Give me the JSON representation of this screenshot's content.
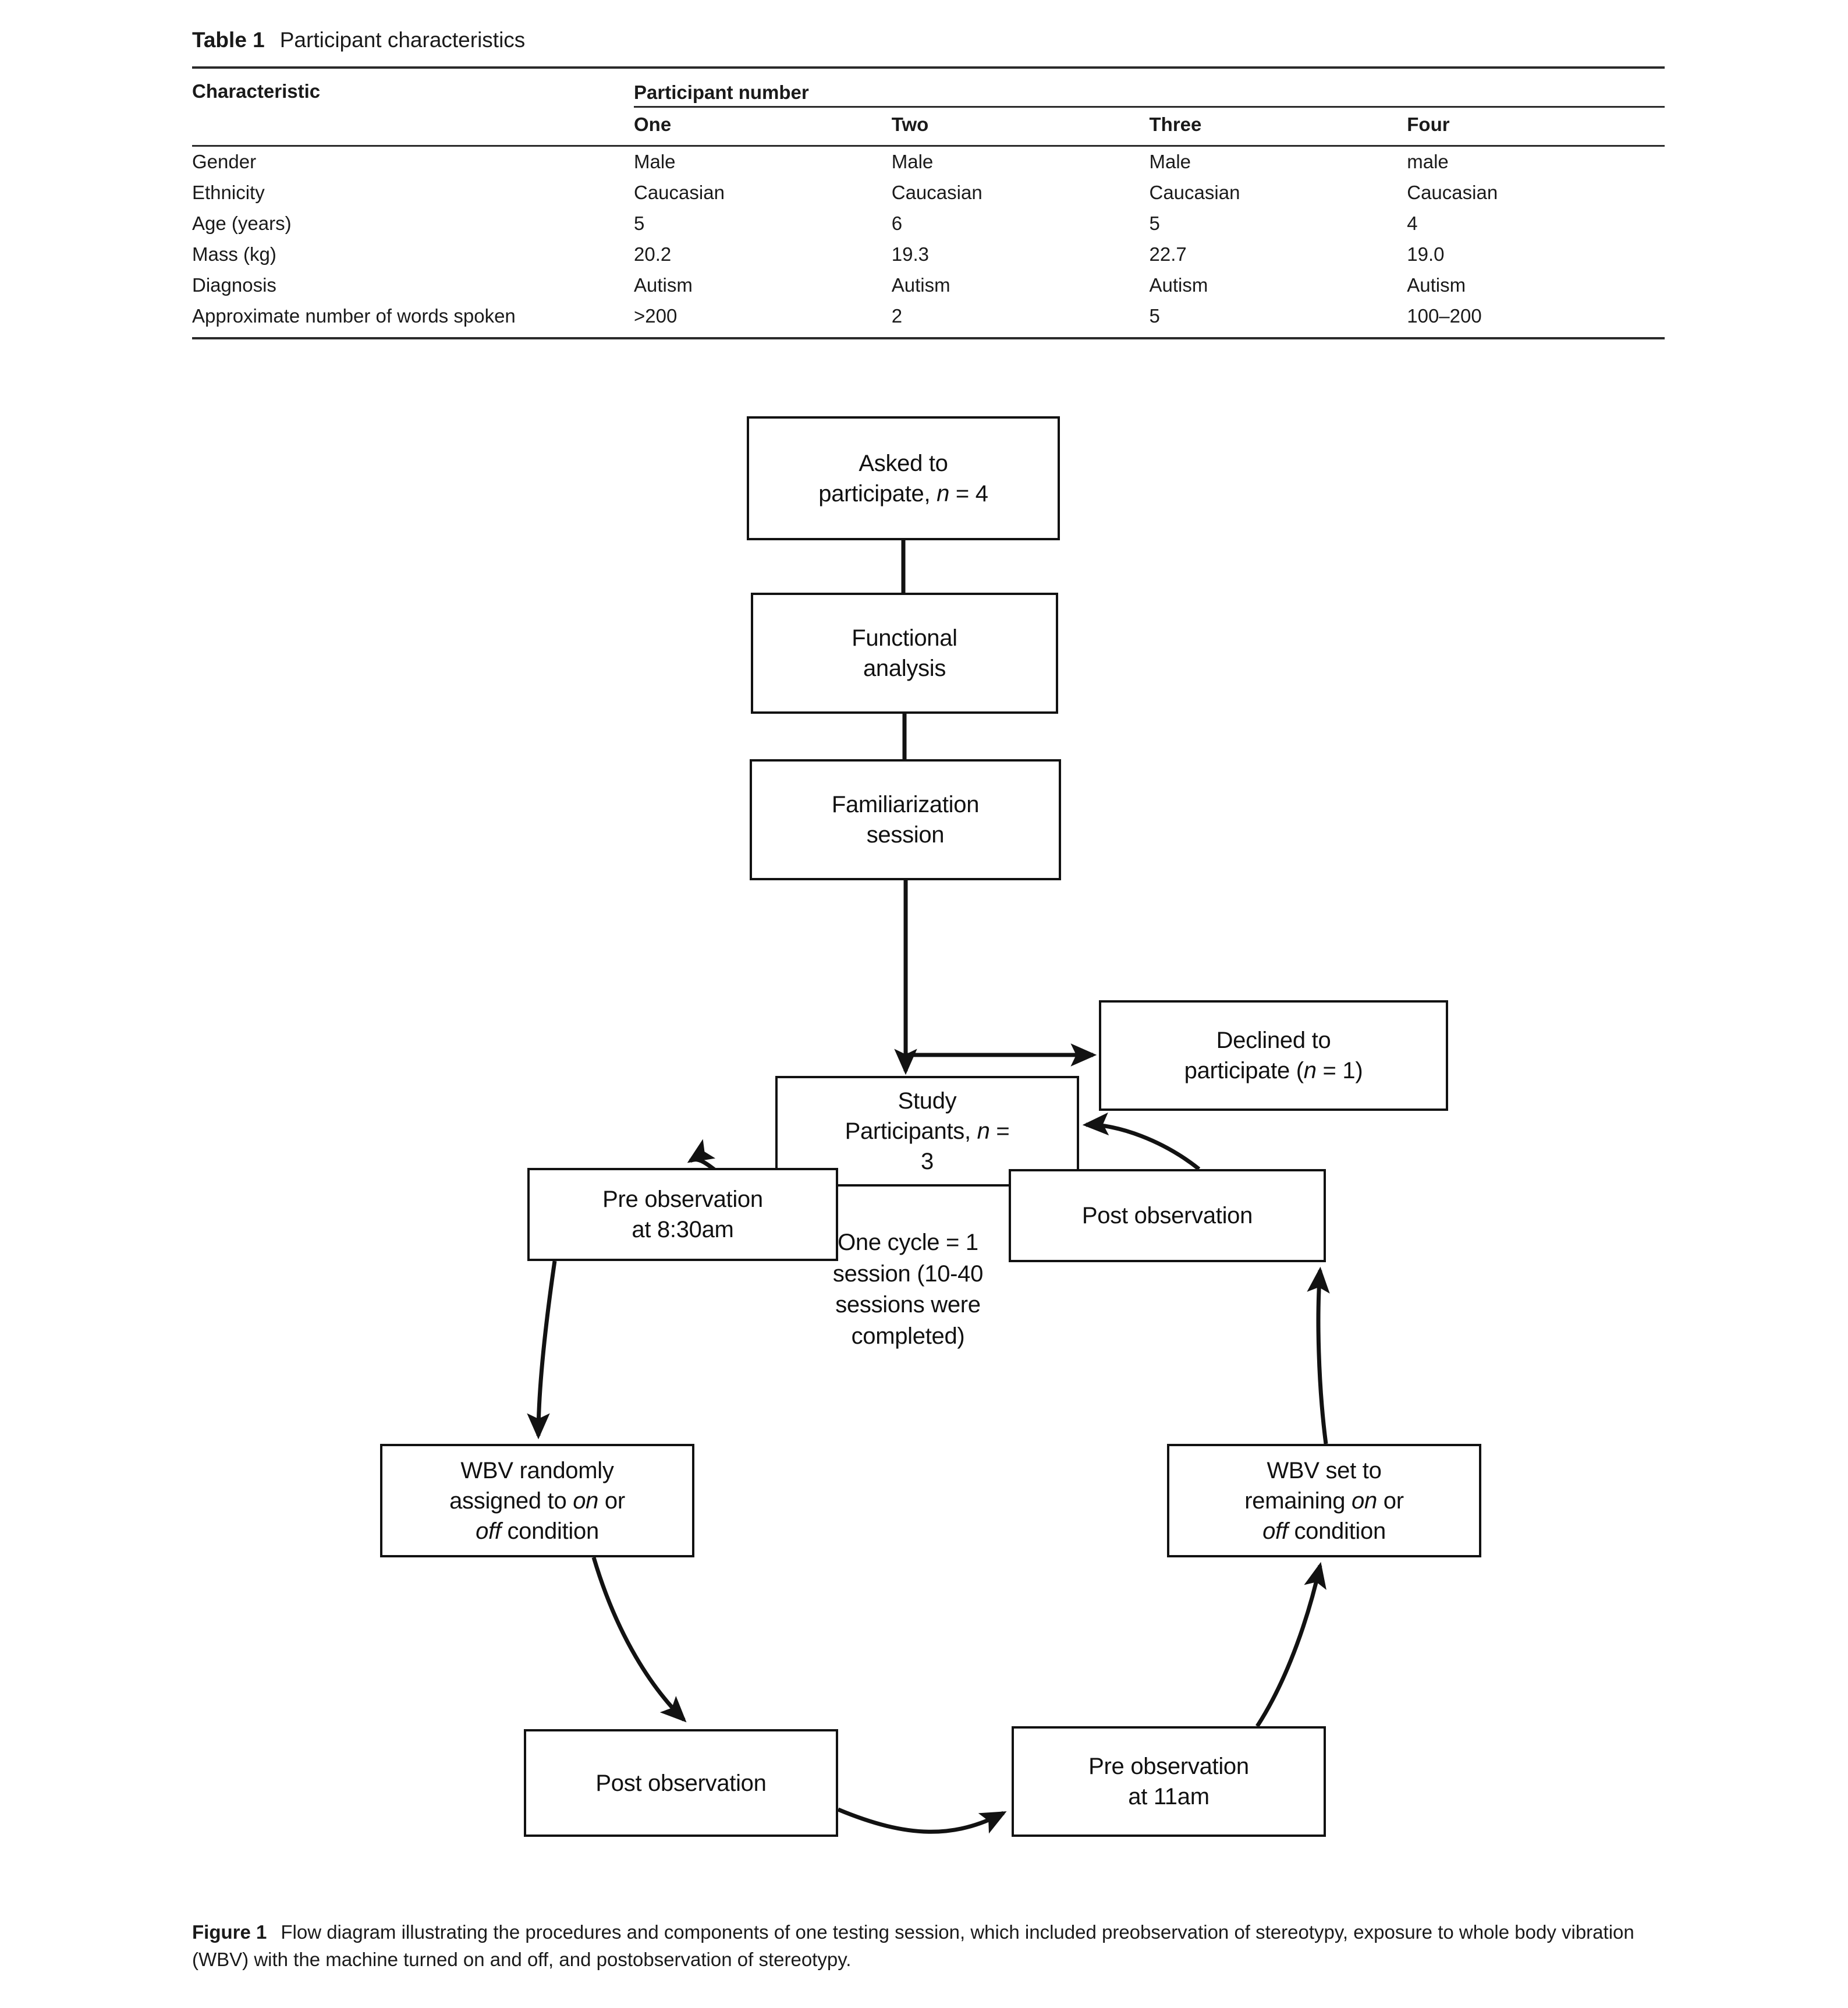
{
  "table": {
    "label": "Table 1",
    "title": "Participant characteristics",
    "group_header": "Participant number",
    "stub_header": "Characteristic",
    "columns": [
      "One",
      "Two",
      "Three",
      "Four"
    ],
    "rows": [
      {
        "characteristic": "Gender",
        "values": [
          "Male",
          "Male",
          "Male",
          "male"
        ]
      },
      {
        "characteristic": "Ethnicity",
        "values": [
          "Caucasian",
          "Caucasian",
          "Caucasian",
          "Caucasian"
        ]
      },
      {
        "characteristic": "Age (years)",
        "values": [
          "5",
          "6",
          "5",
          "4"
        ]
      },
      {
        "characteristic": "Mass (kg)",
        "values": [
          "20.2",
          "19.3",
          "22.7",
          "19.0"
        ]
      },
      {
        "characteristic": "Diagnosis",
        "values": [
          "Autism",
          "Autism",
          "Autism",
          "Autism"
        ]
      },
      {
        "characteristic": "Approximate number of words spoken",
        "values": [
          ">200",
          "2",
          "5",
          "100–200"
        ]
      }
    ]
  },
  "diagram": {
    "nodes": {
      "asked": {
        "line1": "Asked to",
        "line2": "participate, n = 4"
      },
      "functional": {
        "line1": "Functional",
        "line2": "analysis"
      },
      "familiarization": {
        "line1": "Familiarization",
        "line2": "session"
      },
      "declined": {
        "line1": "Declined to",
        "line2": "participate (n = 1)"
      },
      "study": {
        "line1": "Study",
        "line2": "Participants, n =",
        "line3": "3"
      },
      "pre_830": {
        "line1": "Pre observation",
        "line2": "at 8:30am"
      },
      "post_right": {
        "line1": "Post observation",
        "line2": ""
      },
      "wbv_random": {
        "line1": "WBV randomly",
        "line2": "assigned to on or",
        "line3": "off condition"
      },
      "wbv_set": {
        "line1": "WBV set to",
        "line2": "remaining on or",
        "line3": "off condition"
      },
      "post_bottom": {
        "line1": "Post observation",
        "line2": ""
      },
      "pre_11": {
        "line1": "Pre observation",
        "line2": "at 11am"
      }
    },
    "center_note": {
      "line1": "One cycle = 1",
      "line2": "session (10-40",
      "line3": "sessions were",
      "line4": "completed)"
    },
    "stroke_color": "#121212"
  },
  "figure_caption": {
    "label": "Figure 1",
    "text": "Flow diagram illustrating the procedures and components of one testing session, which included preobservation of stereotypy, exposure to whole body vibration (WBV) with the machine turned on and off, and postobservation of stereotypy."
  }
}
